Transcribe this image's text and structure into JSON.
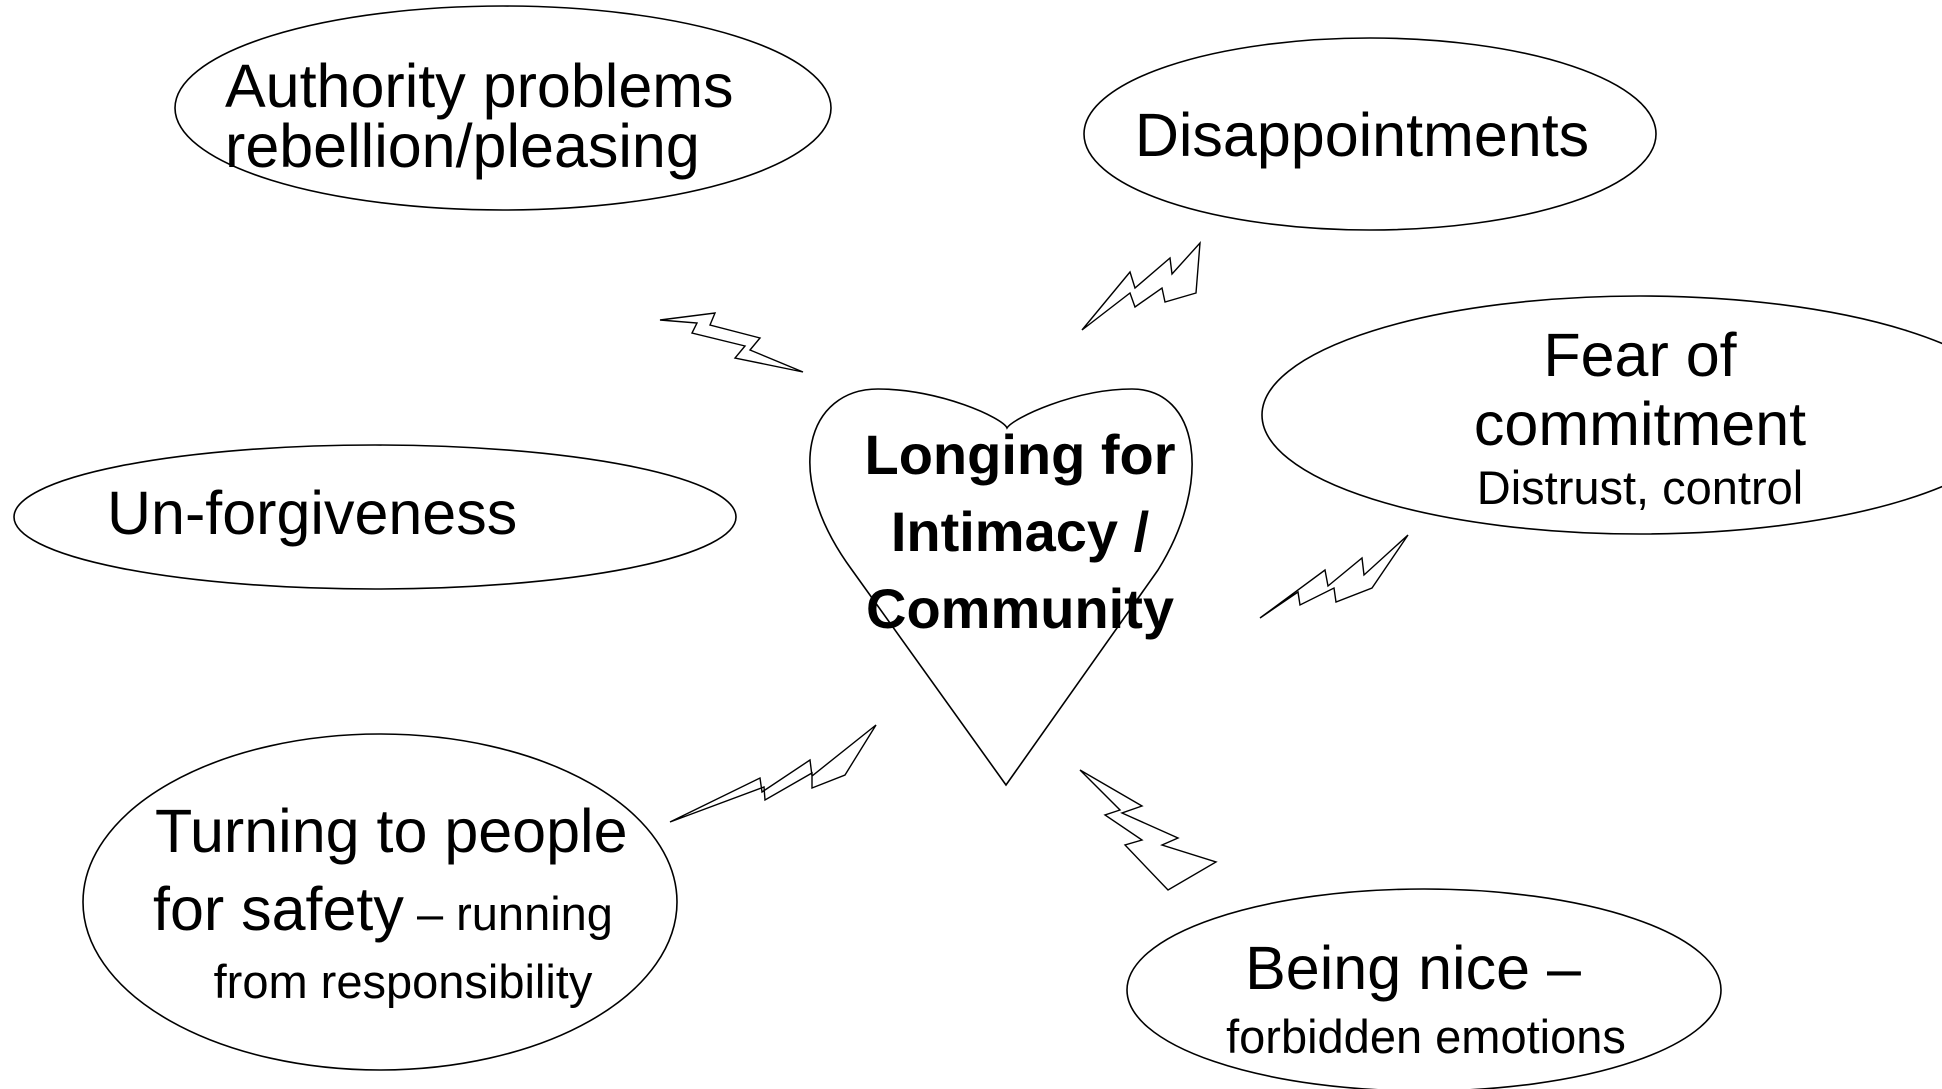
{
  "diagram": {
    "center": {
      "line1": "Longing for",
      "line2": "Intimacy /",
      "line3": "Community"
    },
    "nodes": {
      "authority": {
        "line1": "Authority problems",
        "line2": "rebellion/pleasing"
      },
      "disappointments": {
        "line1": "Disappointments"
      },
      "fear": {
        "line1": "Fear of",
        "line2": "commitment",
        "line3": "Distrust, control"
      },
      "unforgiveness": {
        "line1": "Un-forgiveness"
      },
      "turning": {
        "line1": "Turning to people",
        "line2a": "for safety",
        "line2b": " – running",
        "line3": "from responsibility"
      },
      "nice": {
        "line1": "Being nice –",
        "line2": "forbidden emotions"
      }
    }
  }
}
